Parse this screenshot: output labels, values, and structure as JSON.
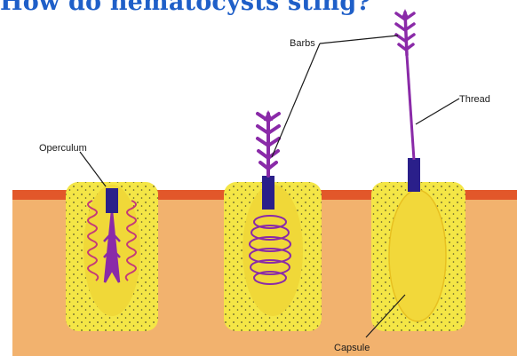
{
  "title": "How do nematocysts sting?",
  "labels": {
    "operculum": "Operculum",
    "barbs": "Barbs",
    "thread": "Thread",
    "capsule": "Capsule"
  },
  "colors": {
    "title": "#1f5fc8",
    "background_tissue": "#f2b26e",
    "surface_line": "#e2572a",
    "cell_yellow": "#f4e646",
    "capsule_yellow": "#f2d83a",
    "thread_purple": "#8a2aa8",
    "operculum_blue": "#2a1f8a",
    "coil_pink": "#c43a78"
  }
}
